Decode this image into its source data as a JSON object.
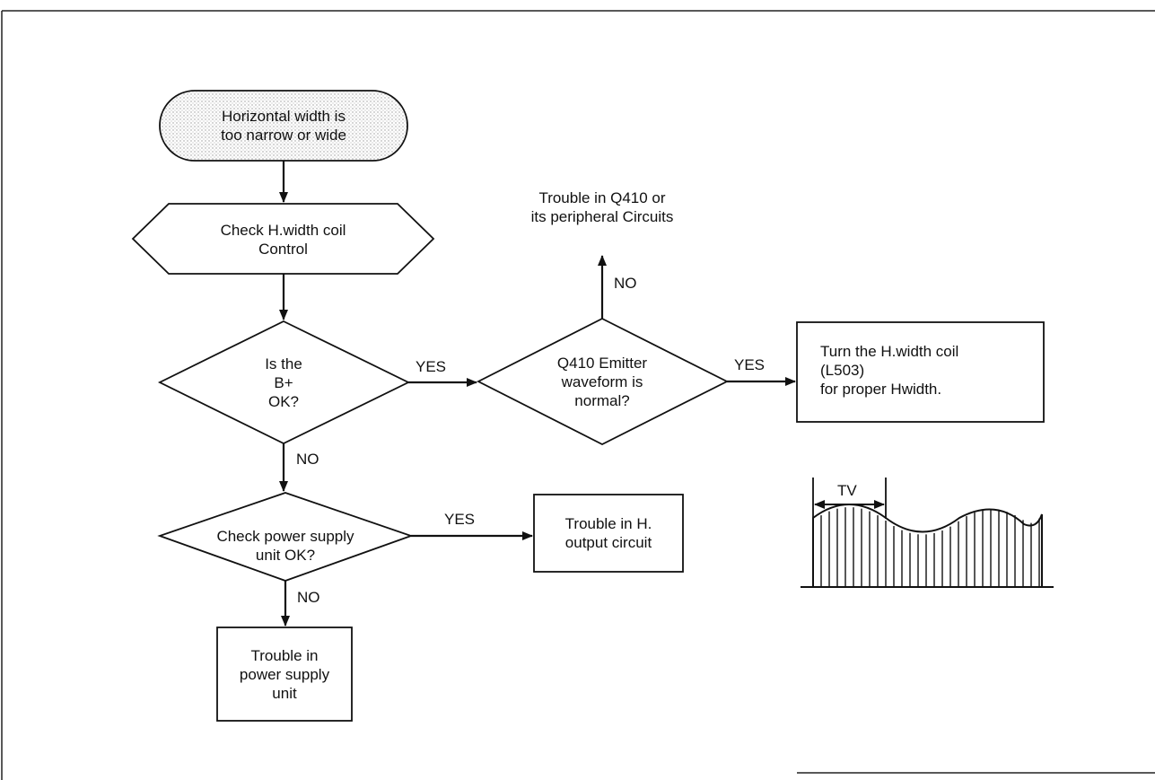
{
  "flowchart": {
    "start": "Horizontal width is\ntoo narrow or wide",
    "check_coil": "Check H.width coil\nControl",
    "decision_bplus": "Is the\nB+\nOK?",
    "decision_emitter": "Q410 Emitter\nwaveform is\nnormal?",
    "trouble_q410": "Trouble in Q410 or\nits peripheral Circuits",
    "turn_coil": "Turn the H.width coil\n(L503)\nfor proper Hwidth.",
    "decision_power": "Check power supply\nunit OK?",
    "trouble_output": "Trouble in H.\noutput circuit",
    "trouble_power": "Trouble in\npower supply\nunit"
  },
  "edges": {
    "bplus_yes": "YES",
    "bplus_no": "NO",
    "emitter_no": "NO",
    "emitter_yes": "YES",
    "power_yes": "YES",
    "power_no": "NO"
  },
  "waveform": {
    "period_label": "TV"
  }
}
